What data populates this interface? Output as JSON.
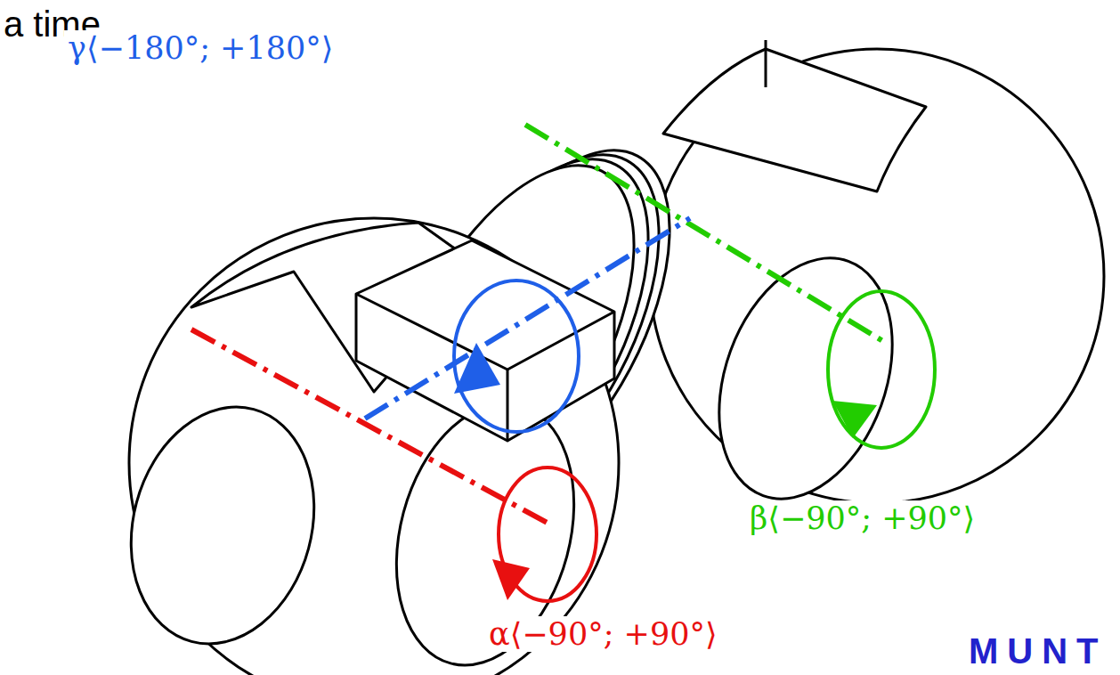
{
  "diagram": {
    "labels": [
      "a time",
      "γ⟨−180°; +180°⟩",
      "β⟨−90°; +90°⟩",
      "α⟨−90°; +90°⟩",
      "MUNT"
    ]
  }
}
